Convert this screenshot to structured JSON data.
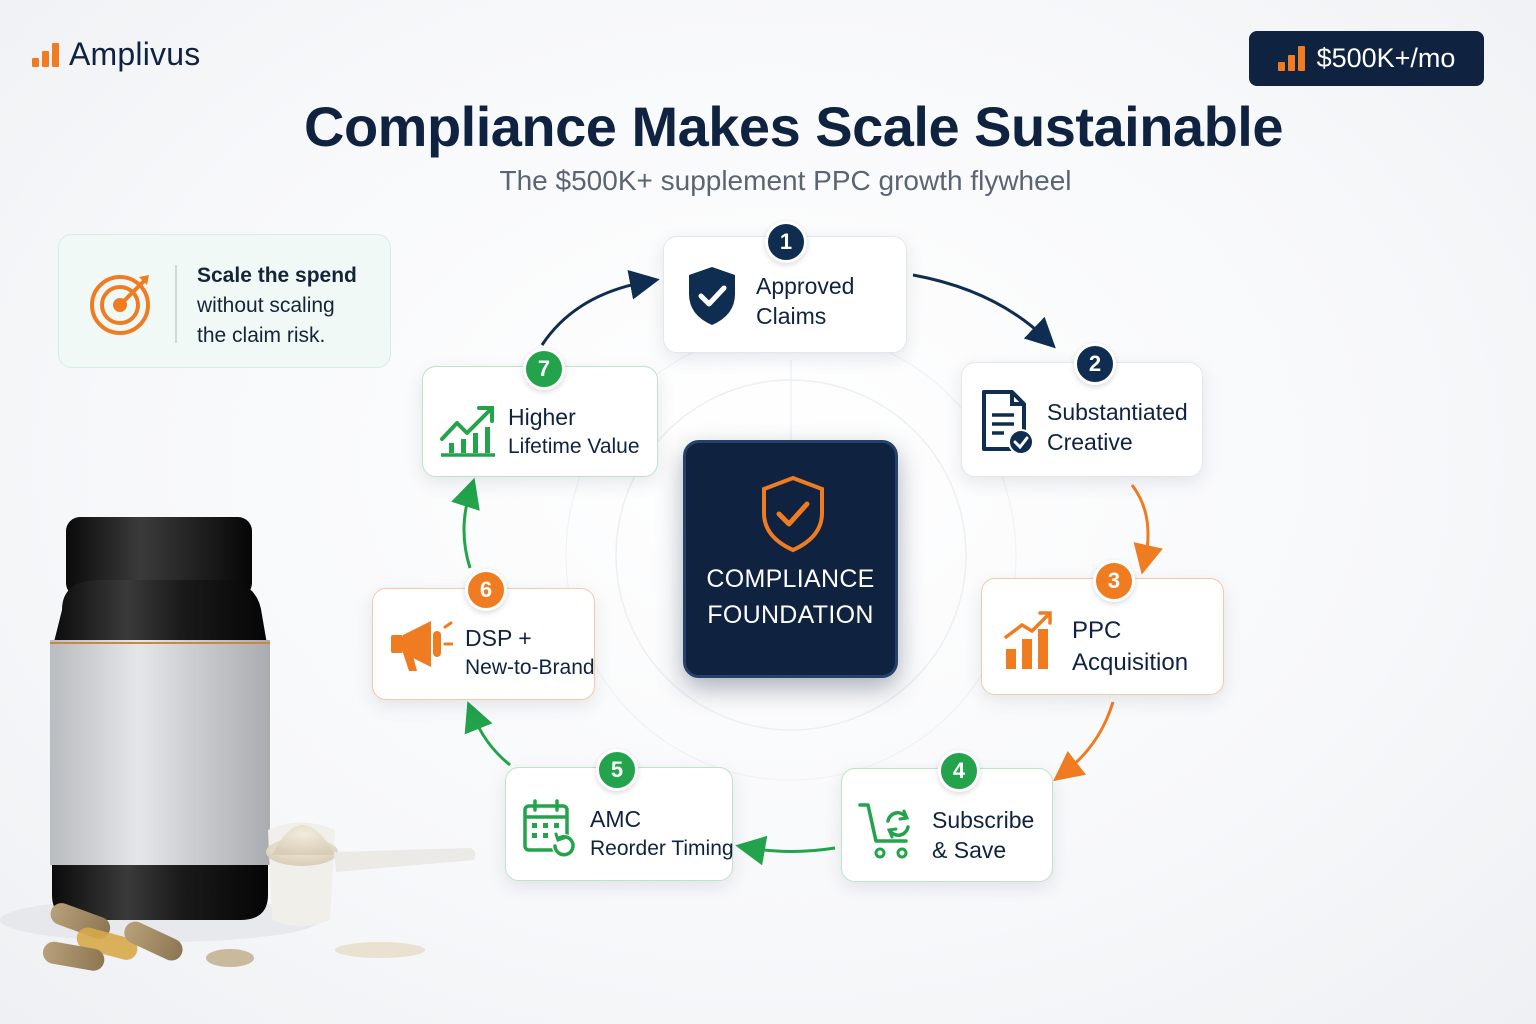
{
  "brand": {
    "name": "Amplivus",
    "accent": "#f07c22",
    "navy": "#0f2340",
    "green": "#23a34b"
  },
  "badge": {
    "label": "$500K+/mo"
  },
  "header": {
    "title": "Compliance Makes Scale Sustainable",
    "subtitle": "The $500K+ supplement PPC growth flywheel"
  },
  "callout": {
    "line1": "Scale the spend",
    "line2": "without scaling",
    "line3": "the claim risk.",
    "icon": "target-arrow-icon"
  },
  "center": {
    "line1": "COMPLIANCE",
    "line2": "FOUNDATION",
    "icon": "shield-check-icon"
  },
  "steps": [
    {
      "number": "1",
      "line1": "Approved",
      "line2": "Claims",
      "icon": "shield-check-icon",
      "color": "#0f2d50"
    },
    {
      "number": "2",
      "line1": "Substantiated",
      "line2": "Creative",
      "icon": "document-check-icon",
      "color": "#0f2d50"
    },
    {
      "number": "3",
      "line1": "PPC",
      "line2": "Acquisition",
      "icon": "bar-chart-up-icon",
      "color": "#f07c22"
    },
    {
      "number": "4",
      "line1": "Subscribe",
      "line2": "& Save",
      "icon": "cart-refresh-icon",
      "color": "#23a34b"
    },
    {
      "number": "5",
      "line1": "AMC",
      "line2": "Reorder Timing",
      "icon": "calendar-refresh-icon",
      "color": "#23a34b"
    },
    {
      "number": "6",
      "line1": "DSP +",
      "line2": "New-to-Brand",
      "icon": "megaphone-icon",
      "color": "#f07c22"
    },
    {
      "number": "7",
      "line1": "Higher",
      "line2": "Lifetime Value",
      "icon": "trend-up-icon",
      "color": "#23a34b"
    }
  ]
}
